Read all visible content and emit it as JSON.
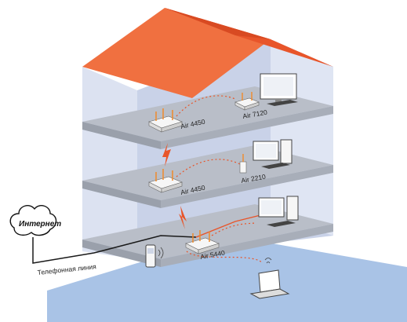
{
  "labels": {
    "internet": "Интернет",
    "phone_line": "Телефонная линия",
    "router_top": "Air 4450",
    "router_mid": "Air 4450",
    "router_bottom": "Air 5440",
    "device_top": "Air 7120",
    "device_mid": "Air 2210"
  },
  "colors": {
    "roof": "#e8552a",
    "roof_side": "#f07040",
    "wall": "#c9d2e8",
    "wall_light": "#dfe5f3",
    "floor_top": "#b9bec8",
    "floor_side": "#9aa0ab",
    "ground": "#a9c3e6",
    "signal": "#e8552a",
    "line": "#1a1a1a",
    "router_orange": "#f08a2a"
  }
}
